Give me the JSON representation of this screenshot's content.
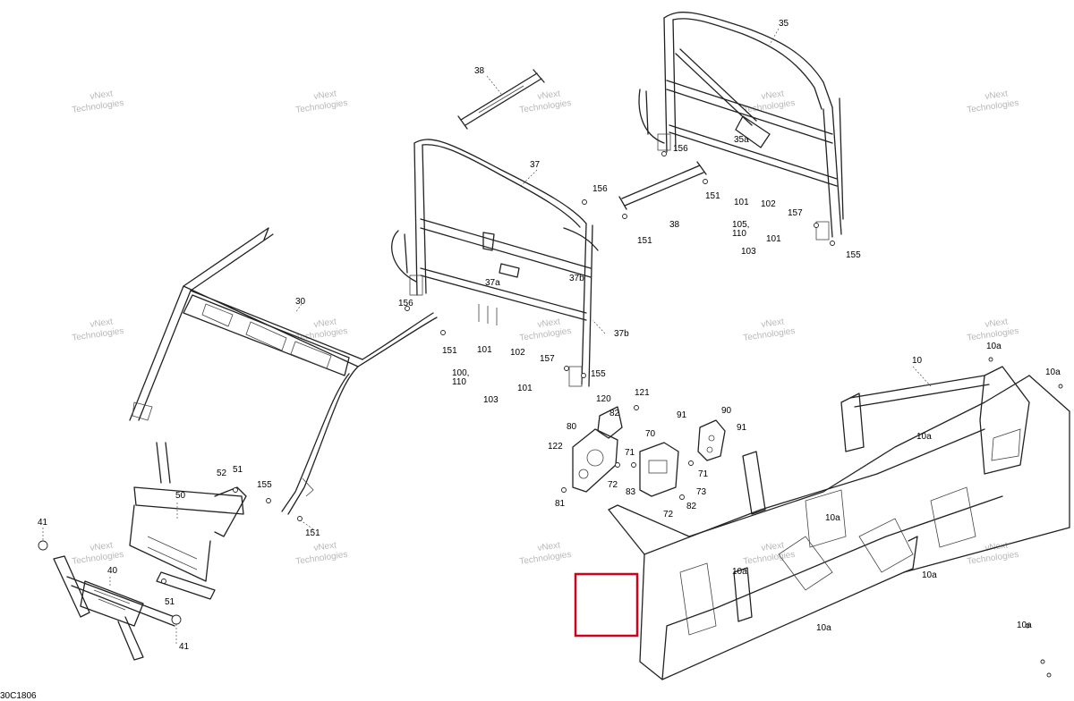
{
  "watermark": {
    "text_line1": "vNext",
    "text_line2": "Technologies"
  },
  "diagram_code": "30C1806",
  "highlight_color": "#d0021b",
  "callouts": [
    {
      "id": "c35",
      "label": "35"
    },
    {
      "id": "c38a",
      "label": "38"
    },
    {
      "id": "c156a",
      "label": "156"
    },
    {
      "id": "c35a",
      "label": "35a"
    },
    {
      "id": "c151a",
      "label": "151"
    },
    {
      "id": "c37",
      "label": "37"
    },
    {
      "id": "c156b",
      "label": "156"
    },
    {
      "id": "c38b",
      "label": "38"
    },
    {
      "id": "c151b",
      "label": "151"
    },
    {
      "id": "c101a",
      "label": "101"
    },
    {
      "id": "c102a",
      "label": "102"
    },
    {
      "id": "c157a",
      "label": "157"
    },
    {
      "id": "c105",
      "label": "105,"
    },
    {
      "id": "c110a",
      "label": "110"
    },
    {
      "id": "c101b",
      "label": "101"
    },
    {
      "id": "c103a",
      "label": "103"
    },
    {
      "id": "c155a",
      "label": "155"
    },
    {
      "id": "c37a",
      "label": "37a"
    },
    {
      "id": "c37b1",
      "label": "37b"
    },
    {
      "id": "c37b2",
      "label": "37b"
    },
    {
      "id": "c30",
      "label": "30"
    },
    {
      "id": "c156c",
      "label": "156"
    },
    {
      "id": "c151c",
      "label": "151"
    },
    {
      "id": "c101c",
      "label": "101"
    },
    {
      "id": "c102b",
      "label": "102"
    },
    {
      "id": "c157b",
      "label": "157"
    },
    {
      "id": "c155b",
      "label": "155"
    },
    {
      "id": "c100",
      "label": "100,"
    },
    {
      "id": "c110b",
      "label": "110"
    },
    {
      "id": "c101d",
      "label": "101"
    },
    {
      "id": "c103b",
      "label": "103"
    },
    {
      "id": "c120",
      "label": "120"
    },
    {
      "id": "c121",
      "label": "121"
    },
    {
      "id": "c82a",
      "label": "82"
    },
    {
      "id": "c80",
      "label": "80"
    },
    {
      "id": "c70",
      "label": "70"
    },
    {
      "id": "c91a",
      "label": "91"
    },
    {
      "id": "c90",
      "label": "90"
    },
    {
      "id": "c91b",
      "label": "91"
    },
    {
      "id": "c122",
      "label": "122"
    },
    {
      "id": "c71a",
      "label": "71"
    },
    {
      "id": "c71b",
      "label": "71"
    },
    {
      "id": "c72a",
      "label": "72"
    },
    {
      "id": "c83",
      "label": "83"
    },
    {
      "id": "c73",
      "label": "73"
    },
    {
      "id": "c81",
      "label": "81"
    },
    {
      "id": "c72b",
      "label": "72"
    },
    {
      "id": "c82b",
      "label": "82"
    },
    {
      "id": "c10",
      "label": "10"
    },
    {
      "id": "c10a1",
      "label": "10a"
    },
    {
      "id": "c10a2",
      "label": "10a"
    },
    {
      "id": "c10a3",
      "label": "10a"
    },
    {
      "id": "c10a4",
      "label": "10a"
    },
    {
      "id": "c10a5",
      "label": "10a"
    },
    {
      "id": "c10a6",
      "label": "10a"
    },
    {
      "id": "c10a7",
      "label": "10a"
    },
    {
      "id": "c10a8",
      "label": "10a"
    },
    {
      "id": "c52",
      "label": "52"
    },
    {
      "id": "c51a",
      "label": "51"
    },
    {
      "id": "c50",
      "label": "50"
    },
    {
      "id": "c155c",
      "label": "155"
    },
    {
      "id": "c151d",
      "label": "151"
    },
    {
      "id": "c51b",
      "label": "51"
    },
    {
      "id": "c41a",
      "label": "41"
    },
    {
      "id": "c40",
      "label": "40"
    },
    {
      "id": "c41b",
      "label": "41"
    }
  ]
}
